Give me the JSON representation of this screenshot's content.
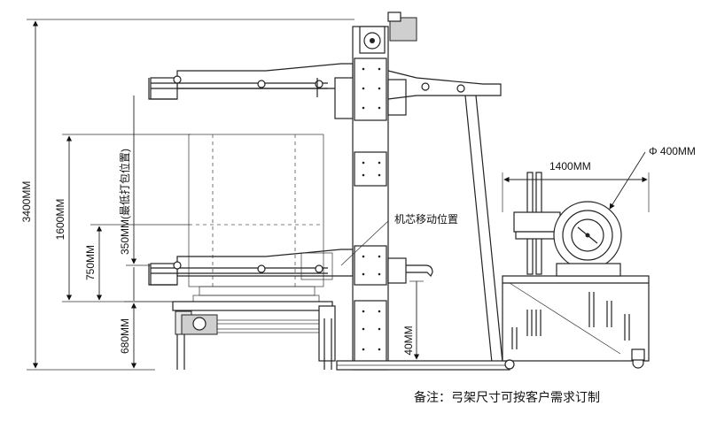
{
  "dimensions": {
    "total_height": "3400MM",
    "top_height": "1600MM",
    "lowest_position": "350MM(最低打包位置)",
    "height_750": "750MM",
    "height_680": "680MM",
    "height_40": "40MM",
    "width_1400": "1400MM",
    "diameter": "Φ 400MM"
  },
  "labels": {
    "core_position": "机芯移动位置",
    "note": "备注：弓架尺寸可按客户需求订制"
  }
}
